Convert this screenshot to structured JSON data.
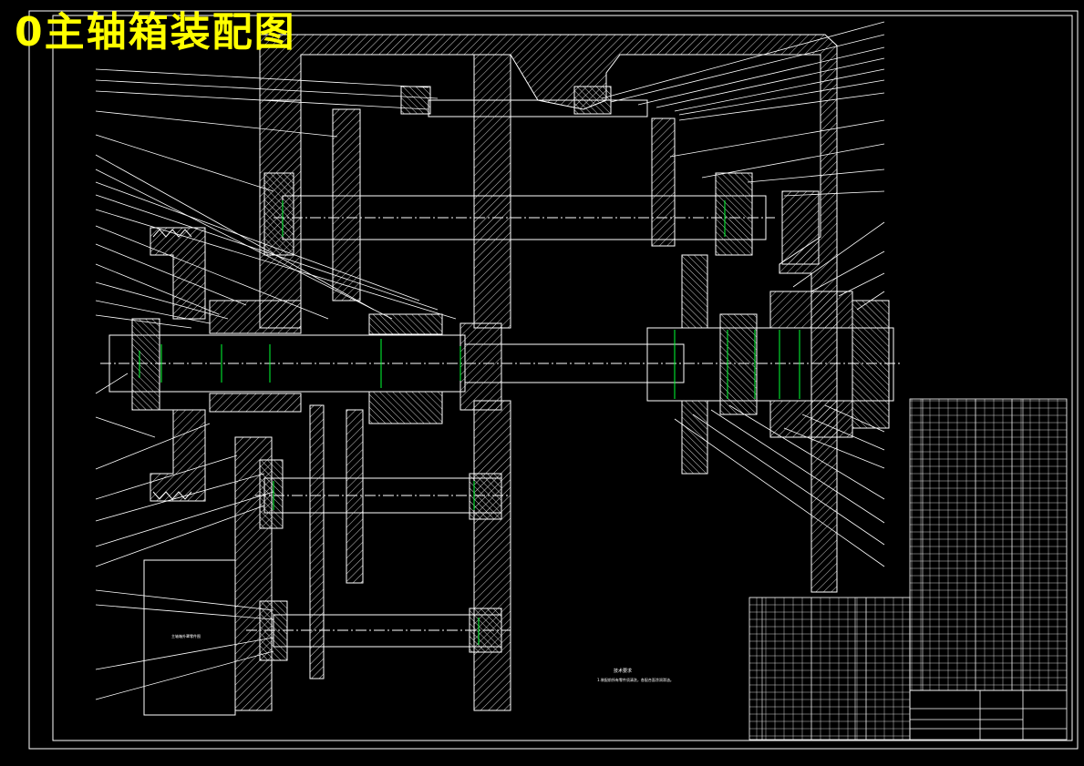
{
  "drawing_title": "0主轴箱装配图",
  "label_side": "主轴箱外罩零件图",
  "tech_notes": {
    "heading": "技术要求",
    "line1": "1.装配前所有零件须清洗，各配合面涂润滑油。"
  },
  "colors": {
    "background": "#000000",
    "line": "#ffffff",
    "title": "#ffff00",
    "dimension": "#00ff33",
    "frame": "#ffffff"
  }
}
